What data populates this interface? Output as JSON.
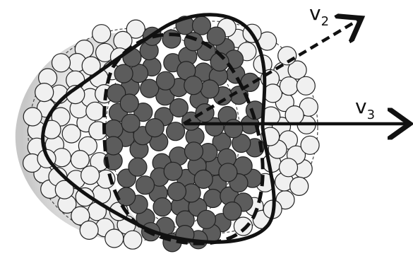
{
  "colors": {
    "background": "#ffffff",
    "participant_fill": "#5c5c5c",
    "spectator_fill": "#f0f0f0",
    "nucleon_stroke": "#222222",
    "shadow_fill": "#d2d2d2",
    "curve_stroke": "#111111",
    "dashed_circle_stroke": "#444444"
  },
  "labels": {
    "v2_letter": "v",
    "v2_sub": "2",
    "v3_letter": "v",
    "v3_sub": "3"
  },
  "icons": {
    "v2_arrow": "dashed-arrow-up-right",
    "v3_arrow": "solid-arrow-right"
  },
  "nucleon_groups": [
    {
      "name": "participants",
      "count": 110,
      "color_key": "participant_fill"
    },
    {
      "name": "spectators",
      "count": 140,
      "color_key": "spectator_fill"
    }
  ]
}
